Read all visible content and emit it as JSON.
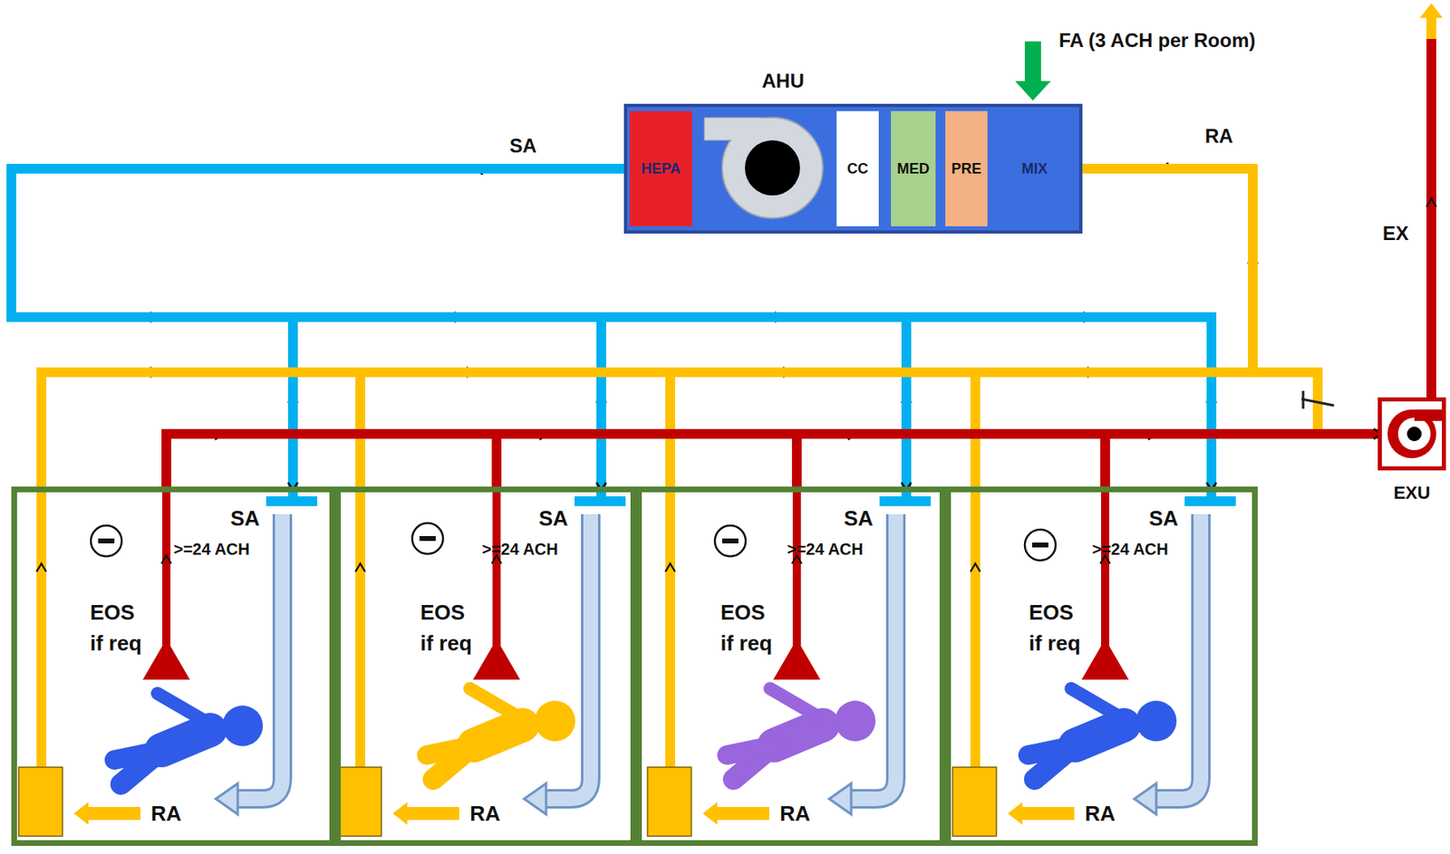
{
  "diagram": {
    "nodes": [
      {
        "text": [
          "AHU"
        ]
      },
      {
        "text": [
          "HEPA"
        ],
        "in": 0
      },
      {
        "text": [
          "CC"
        ],
        "in": 0
      },
      {
        "text": [
          "MED"
        ],
        "in": 0
      },
      {
        "text": [
          "PRE"
        ],
        "in": 0
      },
      {
        "text": [
          "MIX"
        ],
        "in": 0
      },
      {
        "text": [
          "EXU"
        ]
      },
      {
        "text": [
          "SA",
          ">=24 ACH",
          "EOS if req",
          "RA"
        ]
      },
      {
        "text": [
          "SA",
          ">=24 ACH",
          "EOS if req",
          "RA"
        ]
      },
      {
        "text": [
          "SA",
          ">=24 ACH",
          "EOS if req",
          "RA"
        ]
      },
      {
        "text": [
          "SA",
          ">=24 ACH",
          "EOS if req",
          "RA"
        ]
      }
    ],
    "edges": [
      {
        "from": 1,
        "to": 7,
        "arrow": "to"
      },
      {
        "from": 1,
        "to": 8,
        "arrow": "to"
      },
      {
        "from": 1,
        "to": 9,
        "arrow": "to"
      },
      {
        "from": 1,
        "to": 10,
        "arrow": "to"
      },
      {
        "from": 7,
        "to": 5,
        "arrow": "to"
      },
      {
        "from": 8,
        "to": 5,
        "arrow": "to"
      },
      {
        "from": 9,
        "to": 5,
        "arrow": "to"
      },
      {
        "from": 10,
        "to": 5,
        "arrow": "to"
      },
      {
        "from": 7,
        "to": 6,
        "arrow": "to"
      },
      {
        "from": 8,
        "to": 6,
        "arrow": "to"
      },
      {
        "from": 9,
        "to": 6,
        "arrow": "to"
      },
      {
        "from": 10,
        "to": 6,
        "arrow": "to"
      }
    ],
    "labels": [
      "SA",
      "RA",
      "FA (3 ACH per Room)",
      "EX"
    ]
  }
}
